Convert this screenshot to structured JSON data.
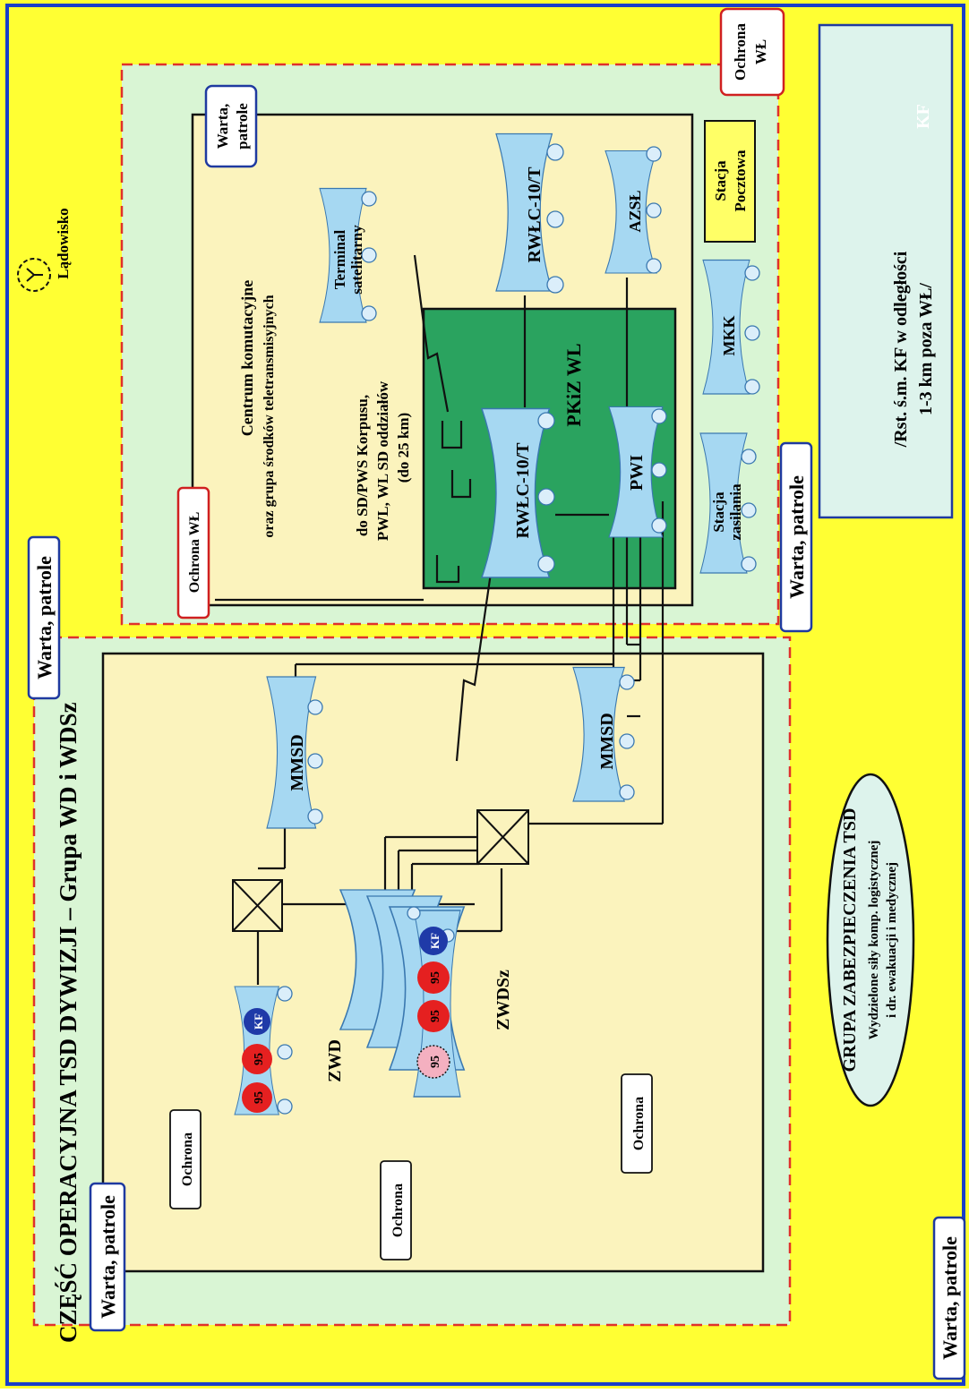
{
  "colors": {
    "background": "#ffff33",
    "frame": "#1a3ec9",
    "zone_fill": "#d9f5d4",
    "zone_border": "#e0312b",
    "inner_area": "#fbf3bd",
    "pkiz_area": "#2aa35f",
    "device": "#a6d8f2",
    "label_box_fill": "#ffffff",
    "label_box_border": "#1f3aa0",
    "ochrona_wl_border": "#d02020",
    "legend_panel": "#ddf3ec",
    "red_circle": "#e52020",
    "blue_circle": "#1f3aa8",
    "pink_circle": "#f4b0c0"
  },
  "zone_left": {
    "title": "CZĘŚĆ OPERACYJNA TSD DYWIZJI – Grupa WD i WDSz"
  },
  "zone_right": {
    "center_title_line1": "Centrum komutacyjne",
    "center_title_line2": "oraz grupa środków teletransmisyjnych",
    "link_note_line1": "do SD/PWS Korpusu,",
    "link_note_line2": "PWL, WL SD oddziałów",
    "link_note_line3": "(do 25 km)",
    "pkiz_label": "PKiZ WL"
  },
  "devices": {
    "rwlc_top": "RWŁC-10/T",
    "azsl": "AZSŁ",
    "terminal_line1": "Terminal",
    "terminal_line2": "satelitarny",
    "rwlc_main": "RWŁC-10/T",
    "pwi": "PWI",
    "mkk": "MKK",
    "stacja_zasilania_line1": "Stacja",
    "stacja_zasilania_line2": "zasilania",
    "mmsd_upper": "MMSD",
    "mmsd_lower": "MMSD",
    "kf_legend": "KF"
  },
  "stacja_pocztowa": {
    "line1": "Stacja",
    "line2": "Pocztowa"
  },
  "groups": {
    "zwd": "ZWD",
    "zwdsz": "ZWDSz",
    "badge_95": "95",
    "badge_kf": "KF"
  },
  "guards": {
    "warta_patrole": "Warta, patrole",
    "warta_patrole_split_line1": "Warta,",
    "warta_patrole_split_line2": "patrole",
    "ochrona": "Ochrona",
    "ochrona_wl": "Ochrona WŁ",
    "ochrona_wl_split_line1": "Ochrona",
    "ochrona_wl_split_line2": "WŁ"
  },
  "landing": {
    "label": "Lądowisko"
  },
  "legend": {
    "line1": "/Rst. ś.m. KF w odległości",
    "line2": "1-3 km poza WŁ/"
  },
  "support_group": {
    "title": "GRUPA ZABEZPIECZENIA TSD",
    "line1": "Wydzielone siły komp. logistycznej",
    "line2": "i dr. ewakuacji i medycznej"
  }
}
